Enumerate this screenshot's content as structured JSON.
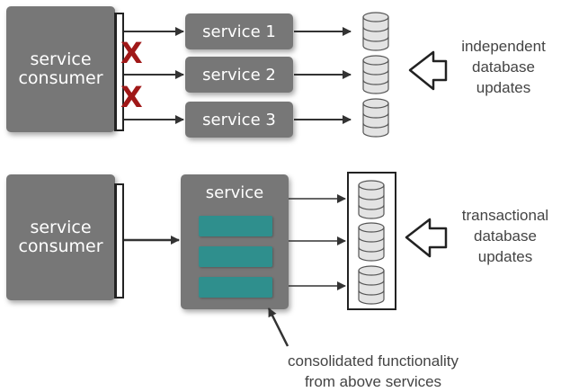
{
  "top": {
    "consumer_label_1": "service",
    "consumer_label_2": "consumer",
    "services": [
      "service 1",
      "service 2",
      "service 3"
    ],
    "note_lines": [
      "independent",
      "database",
      "updates"
    ]
  },
  "bottom": {
    "consumer_label_1": "service",
    "consumer_label_2": "consumer",
    "service_label": "service",
    "note_lines": [
      "transactional",
      "database",
      "updates"
    ],
    "caption_lines": [
      "consolidated functionality",
      "from above services"
    ]
  },
  "colors": {
    "box": "#777777",
    "teal": "#2f8f8d",
    "x_mark": "#a01818"
  },
  "icons": [
    "database-icon",
    "hollow-arrow-icon",
    "x-mark"
  ]
}
